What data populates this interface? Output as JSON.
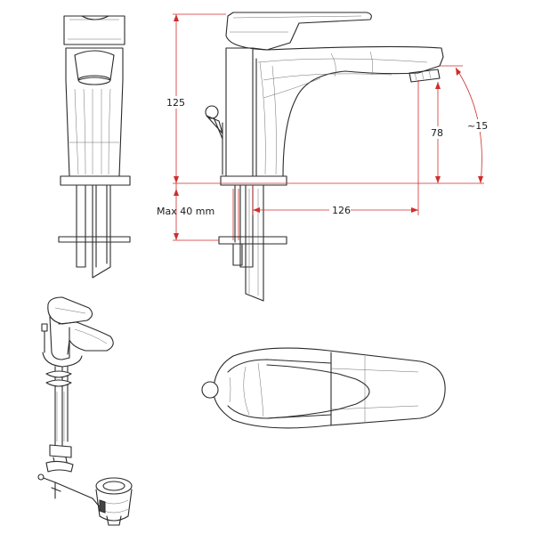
{
  "colors": {
    "dimension_line": "#d02d2d",
    "drawing_line": "#2a2a2a",
    "background": "#ffffff"
  },
  "dimensions": {
    "height": "125",
    "spout_height": "78",
    "spout_angle": "~15",
    "max_deck": "Max 40 mm",
    "reach": "126"
  }
}
